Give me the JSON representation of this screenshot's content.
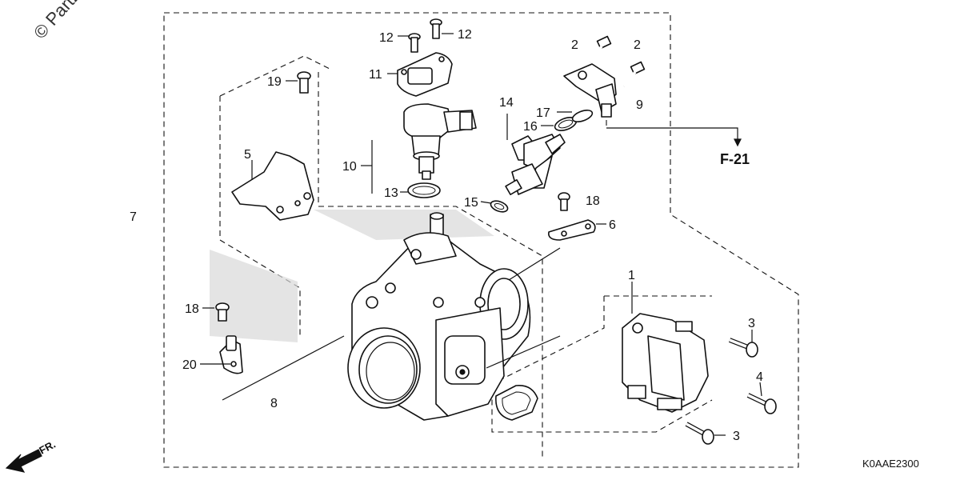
{
  "watermark": "© Partzilla",
  "diagram_code": "K0AAE2300",
  "front_marker": "FR.",
  "reference": "F-21",
  "callouts": {
    "c1": "1",
    "c2a": "2",
    "c2b": "2",
    "c3a": "3",
    "c3b": "3",
    "c4": "4",
    "c5": "5",
    "c6": "6",
    "c7": "7",
    "c8": "8",
    "c9": "9",
    "c10": "10",
    "c11": "11",
    "c12a": "12",
    "c12b": "12",
    "c13": "13",
    "c14": "14",
    "c15": "15",
    "c16": "16",
    "c17": "17",
    "c18a": "18",
    "c18b": "18",
    "c19": "19",
    "c20": "20"
  },
  "parts": {
    "throttle_body": "throttle-body",
    "idle_air_valve": "idle-air-control-valve",
    "fuel_injector": "fuel-injector",
    "sensor_unit": "sensor-unit",
    "fuel_joint": "fuel-hose-joint"
  }
}
